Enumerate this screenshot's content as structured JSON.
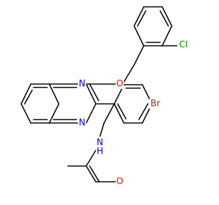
{
  "molecule": {
    "atoms": [
      {
        "id": "n1",
        "symbol": "N",
        "color": "#0000ff"
      },
      {
        "id": "n4",
        "symbol": "N",
        "color": "#0000ff"
      },
      {
        "id": "o",
        "symbol": "O",
        "color": "#ff0000"
      },
      {
        "id": "cl",
        "symbol": "Cl",
        "color": "#00a000"
      },
      {
        "id": "br",
        "symbol": "Br",
        "color": "#a52a2a"
      },
      {
        "id": "nh",
        "symbol": "N",
        "color": "#0000ff"
      },
      {
        "id": "h",
        "symbol": "H",
        "color": "#0000ff"
      },
      {
        "id": "oc",
        "symbol": "O",
        "color": "#ff0000"
      }
    ]
  }
}
